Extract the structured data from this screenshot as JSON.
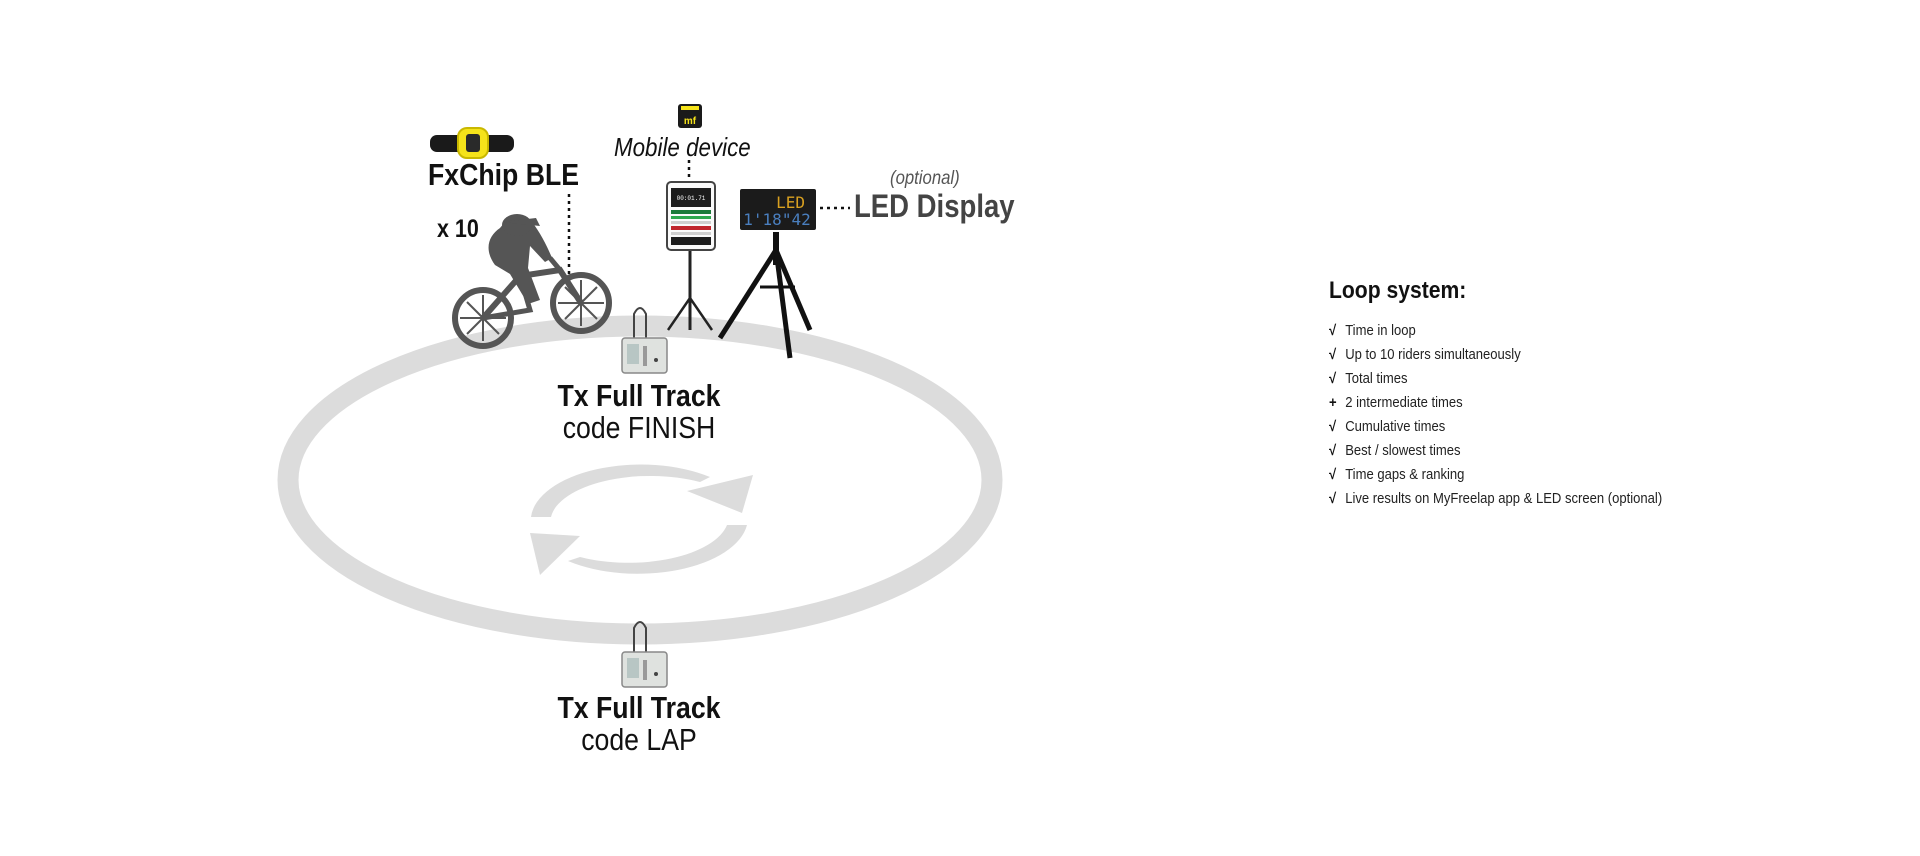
{
  "diagram": {
    "wristband": {
      "label": "FxChip BLE",
      "count": "x 10"
    },
    "mobile": {
      "label": "Mobile device",
      "app_icon_text": "mf",
      "screen_time": "00:01.71"
    },
    "led": {
      "optional_label": "(optional)",
      "label": "LED Display",
      "screen_top": "LED",
      "screen_bottom": "1'18\"42"
    },
    "tx_finish": {
      "title": "Tx Full Track",
      "code": "code FINISH"
    },
    "tx_lap": {
      "title": "Tx Full Track",
      "code": "code LAP"
    },
    "colors": {
      "track": "#dcdcdc",
      "silhouette": "#555555",
      "wristband_yellow": "#f5e31a",
      "led_amber": "#d9a020",
      "led_blue": "#4a7fbf"
    }
  },
  "features": {
    "title": "Loop system:",
    "items": [
      {
        "mark": "√",
        "text": "Time in loop"
      },
      {
        "mark": "√",
        "text": "Up to 10 riders simultaneously"
      },
      {
        "mark": "√",
        "text": "Total times"
      },
      {
        "mark": "+",
        "text": "2 intermediate times"
      },
      {
        "mark": "√",
        "text": "Cumulative times"
      },
      {
        "mark": "√",
        "text": "Best / slowest times"
      },
      {
        "mark": "√",
        "text": "Time gaps & ranking"
      },
      {
        "mark": "√",
        "text": "Live results on MyFreelap app & LED screen (optional)"
      }
    ]
  }
}
